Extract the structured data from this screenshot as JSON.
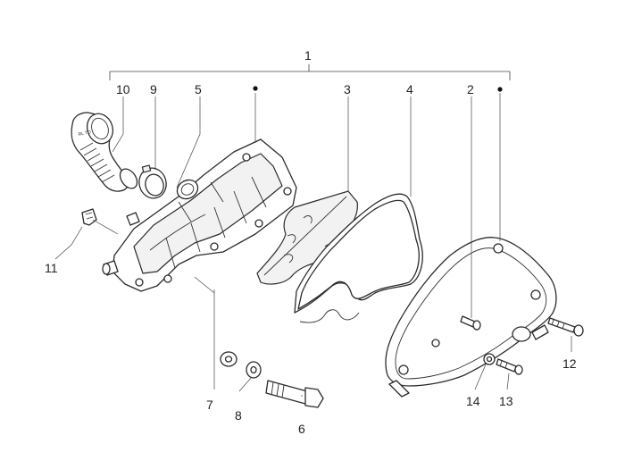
{
  "diagram": {
    "labels": {
      "l1": "1",
      "l2": "2",
      "l3": "3",
      "l4": "4",
      "l5": "5",
      "l6": "6",
      "l7": "7",
      "l8": "8",
      "l9": "9",
      "l10": "10",
      "l11": "11",
      "l12": "12",
      "l13": "13",
      "l14": "14"
    },
    "duct_marking": "RL TO"
  }
}
